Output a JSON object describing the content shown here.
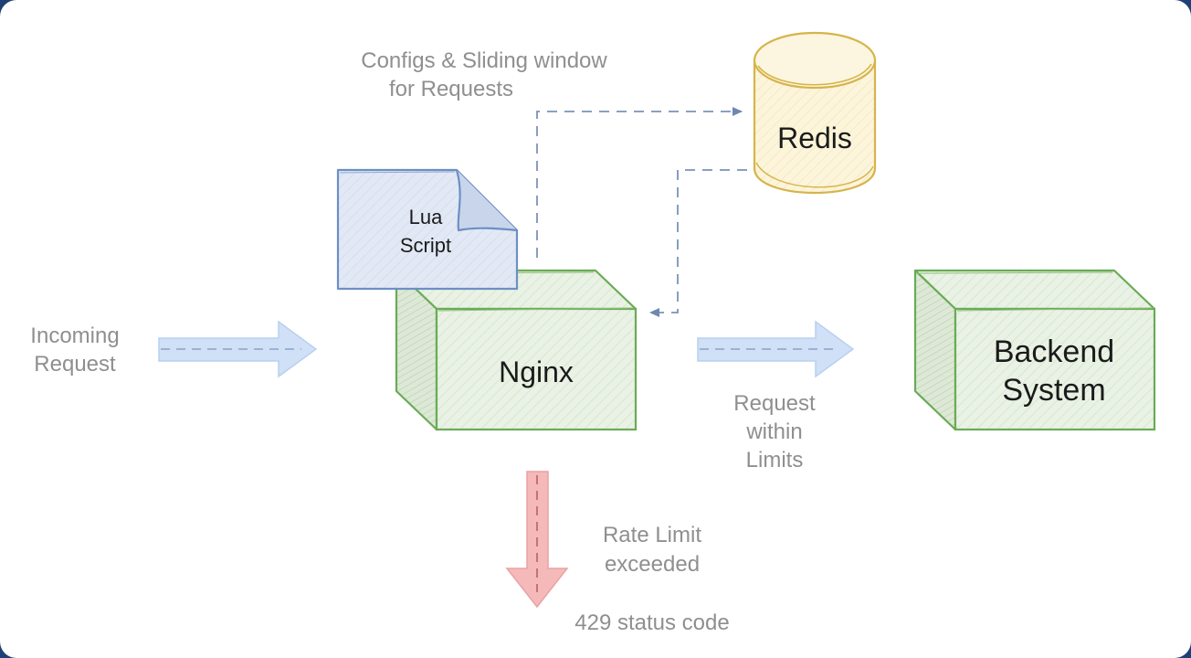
{
  "diagram": {
    "nodes": {
      "nginx": "Nginx",
      "redis": "Redis",
      "lua_script": [
        "Lua",
        "Script"
      ],
      "backend": [
        "Backend",
        "System"
      ]
    },
    "labels": {
      "incoming_request": [
        "Incoming",
        "Request"
      ],
      "configs": [
        "Configs & Sliding window",
        "for Requests"
      ],
      "within_limits": [
        "Request",
        "within",
        "Limits"
      ],
      "rate_limit": [
        "Rate Limit",
        "exceeded"
      ],
      "status_code": "429 status code"
    },
    "colors": {
      "nginx_stroke": "#6aab57",
      "nginx_fill": "#e6f0e1",
      "redis_stroke": "#d6b44a",
      "redis_fill": "#fbf3d6",
      "lua_stroke": "#6d8fc4",
      "lua_fill": "#dfe6f3",
      "arrow_blue": "#c9dcf5",
      "arrow_red": "#f4b6b6",
      "connector": "#7a93b8"
    }
  }
}
